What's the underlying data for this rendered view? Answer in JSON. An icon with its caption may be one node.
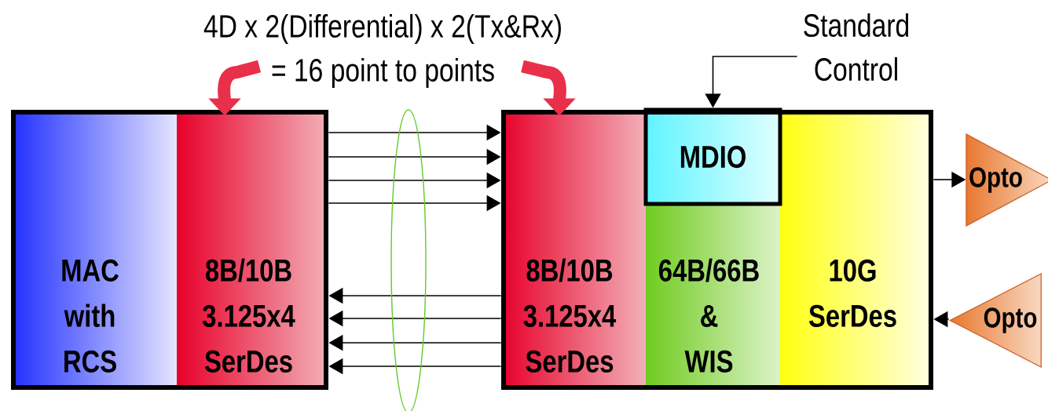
{
  "diagram": {
    "nodes": [
      {
        "text": [],
        "shape": "box"
      },
      {
        "text": [
          "MAC with RCS"
        ],
        "in": 0
      },
      {
        "text": [
          "8B/10B 3.125x4 SerDes"
        ],
        "in": 0
      },
      {
        "text": [],
        "shape": "box"
      },
      {
        "text": [
          "8B/10B 3.125x4 SerDes"
        ],
        "in": 3
      },
      {
        "text": [
          "MDIO"
        ],
        "in": 3
      },
      {
        "text": [
          "64B/66B & WIS"
        ],
        "in": 3
      },
      {
        "text": [
          "10G SerDes"
        ],
        "in": 3
      },
      {
        "text": [
          "Opto"
        ]
      },
      {
        "text": [
          "Opto"
        ]
      },
      {
        "text": [
          "4D x 2(Differential) x 2(Tx&Rx) = 16 point to points"
        ]
      },
      {
        "text": [
          "Standard Control"
        ]
      }
    ],
    "edges": [
      {
        "from": 2,
        "to": 4,
        "arrow": "to"
      },
      {
        "from": 2,
        "to": 4,
        "arrow": "to"
      },
      {
        "from": 2,
        "to": 4,
        "arrow": "to"
      },
      {
        "from": 2,
        "to": 4,
        "arrow": "to"
      },
      {
        "from": 4,
        "to": 2,
        "arrow": "to"
      },
      {
        "from": 4,
        "to": 2,
        "arrow": "to"
      },
      {
        "from": 4,
        "to": 2,
        "arrow": "to"
      },
      {
        "from": 4,
        "to": 2,
        "arrow": "to"
      },
      {
        "from": 7,
        "to": 8,
        "arrow": "to"
      },
      {
        "from": 9,
        "to": 7,
        "arrow": "to"
      },
      {
        "from": 11,
        "to": 5,
        "arrow": "to"
      },
      {
        "from": 10,
        "to": 2,
        "arrow": "to",
        "style": "thick",
        "color": "#e8304a"
      },
      {
        "from": 10,
        "to": 4,
        "arrow": "to",
        "style": "thick",
        "color": "#e8304a"
      }
    ]
  }
}
